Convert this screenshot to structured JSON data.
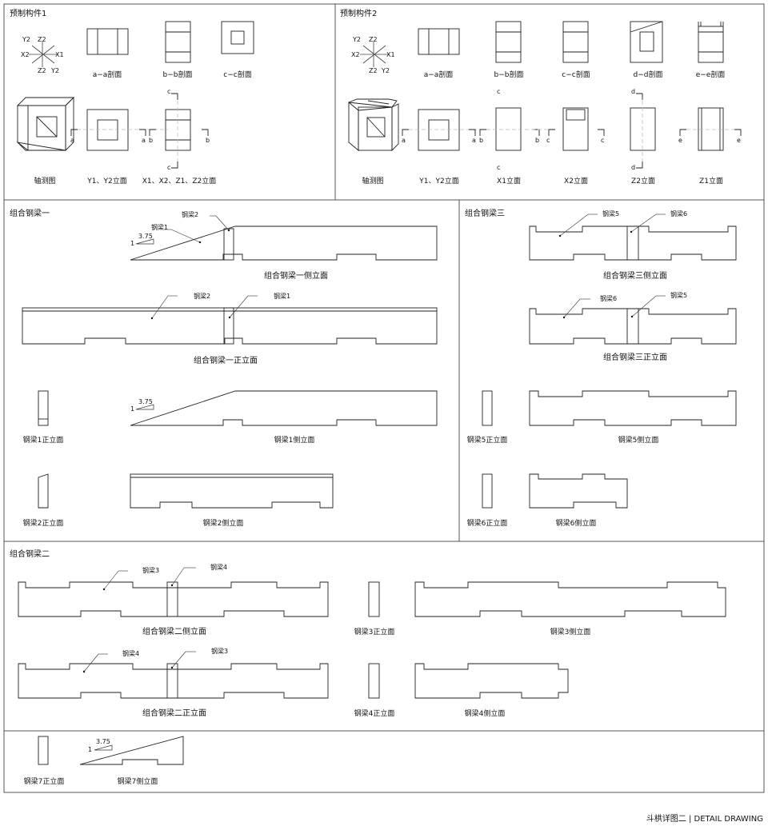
{
  "panels": {
    "prefab1": "预制构件1",
    "prefab2": "预制构件2",
    "combo1": "组合钢梁一",
    "combo3": "组合钢梁三",
    "combo2": "组合钢梁二"
  },
  "axes": {
    "y2": "Y2",
    "z2": "Z2",
    "x2": "X2",
    "x1": "X1",
    "y2b": "Y2"
  },
  "section_marks": {
    "a": "a",
    "b": "b",
    "c": "c",
    "d": "d",
    "e": "e"
  },
  "slope": {
    "one": "1",
    "ratio": "3.75"
  },
  "prefab1": {
    "sec_a": "a−a剖面",
    "sec_b": "b−b剖面",
    "sec_c": "c−c剖面",
    "axon": "轴测图",
    "y_elev": "Y1、Y2立面",
    "xz_elev": "X1、X2、Z1、Z2立面"
  },
  "prefab2": {
    "sec_a": "a−a剖面",
    "sec_b": "b−b剖面",
    "sec_c": "c−c剖面",
    "sec_d": "d−d剖面",
    "sec_e": "e−e剖面",
    "axon": "轴测图",
    "y_elev": "Y1、Y2立面",
    "x1_elev": "X1立面",
    "x2_elev": "X2立面",
    "z2_elev": "Z2立面",
    "z1_elev": "Z1立面"
  },
  "beams": {
    "b1": "钢梁1",
    "b2": "钢梁2",
    "b3": "钢梁3",
    "b4": "钢梁4",
    "b5": "钢梁5",
    "b6": "钢梁6"
  },
  "combo1": {
    "side_title": "组合钢梁一侧立面",
    "front_title": "组合钢梁一正立面",
    "b1_front": "钢梁1正立面",
    "b1_side": "钢梁1侧立面",
    "b2_front": "钢梁2正立面",
    "b2_side": "钢梁2侧立面"
  },
  "combo3": {
    "side_title": "组合钢梁三侧立面",
    "front_title": "组合钢梁三正立面",
    "b5_front": "钢梁5正立面",
    "b5_side": "钢梁5侧立面",
    "b6_front": "钢梁6正立面",
    "b6_side": "钢梁6侧立面"
  },
  "combo2": {
    "side_title": "组合钢梁二侧立面",
    "front_title": "组合钢梁二正立面",
    "b3_front": "钢梁3正立面",
    "b3_side": "钢梁3侧立面",
    "b4_front": "钢梁4正立面",
    "b4_side": "钢梁4侧立面"
  },
  "beam7": {
    "front": "钢梁7正立面",
    "side": "钢梁7侧立面"
  },
  "footer": "斗栱详图二 | DETAIL DRAWING"
}
